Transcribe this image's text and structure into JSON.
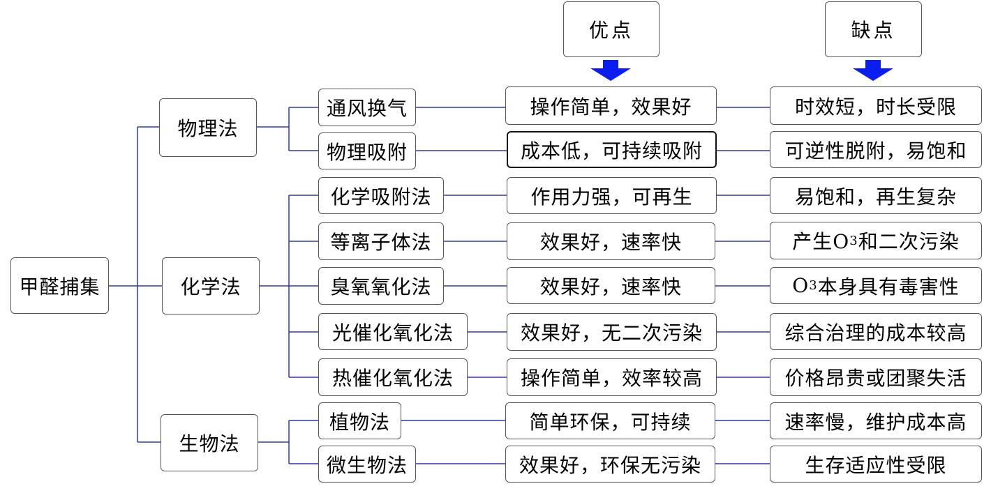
{
  "root": "甲醛捕集",
  "headers": {
    "advantages": "优点",
    "disadvantages": "缺点"
  },
  "categories": [
    {
      "label": "物理法",
      "methods": [
        {
          "name": "通风换气",
          "pro": "操作简单，效果好",
          "con": "时效短，时长受限"
        },
        {
          "name": "物理吸附",
          "pro": "成本低，可持续吸附",
          "con": "可逆性脱附，易饱和"
        }
      ]
    },
    {
      "label": "化学法",
      "methods": [
        {
          "name": "化学吸附法",
          "pro": "作用力强，可再生",
          "con": "易饱和，再生复杂"
        },
        {
          "name": "等离子体法",
          "pro": "效果好，速率快",
          "con_prefix": "产生O",
          "con_sub": "3",
          "con_suffix": "和二次污染"
        },
        {
          "name": "臭氧氧化法",
          "pro": "效果好，速率快",
          "con_prefix": "O",
          "con_sub": "3",
          "con_suffix": "本身具有毒害性"
        },
        {
          "name": "光催化氧化法",
          "pro": "效果好，无二次污染",
          "con": "综合治理的成本较高"
        },
        {
          "name": "热催化氧化法",
          "pro": "操作简单，效率较高",
          "con": "价格昂贵或团聚失活"
        }
      ]
    },
    {
      "label": "生物法",
      "methods": [
        {
          "name": "植物法",
          "pro": "简单环保，可持续",
          "con": "速率慢，维护成本高"
        },
        {
          "name": "微生物法",
          "pro": "效果好，环保无污染",
          "con": "生存适应性受限"
        }
      ]
    }
  ],
  "colors": {
    "connector": "#2b35c8",
    "arrow": "#0a1ef0",
    "border": "#555555"
  }
}
